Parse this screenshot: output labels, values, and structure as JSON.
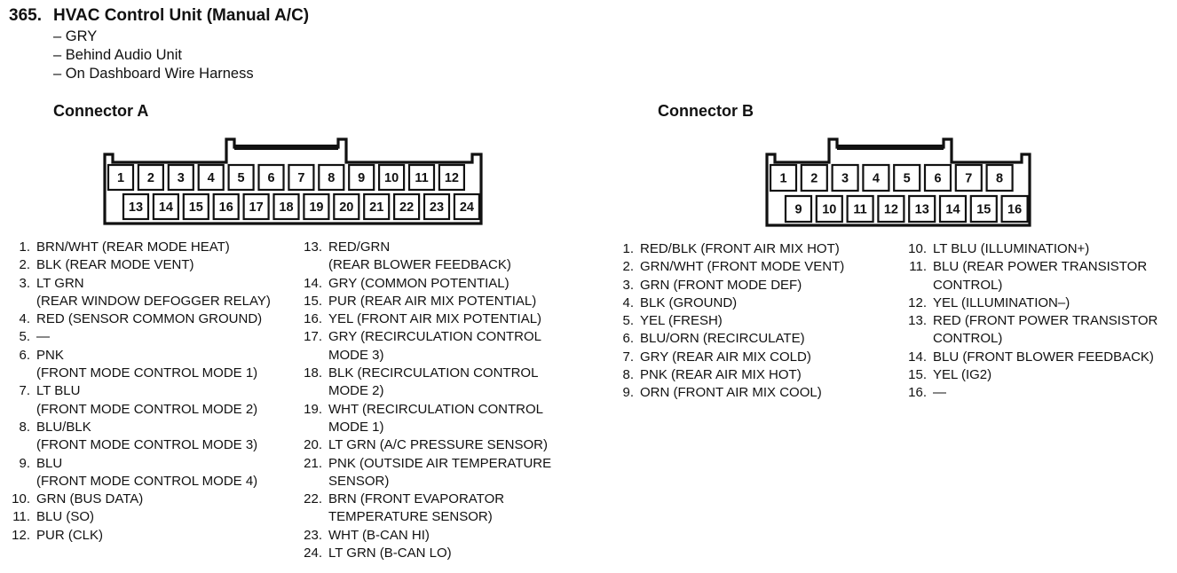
{
  "header": {
    "number": "365.",
    "title": "HVAC Control Unit (Manual A/C)",
    "details": [
      "– GRY",
      "– Behind Audio Unit",
      "– On Dashboard Wire Harness"
    ]
  },
  "connector_a": {
    "title": "Connector A",
    "row_top": [
      "1",
      "2",
      "3",
      "4",
      "5",
      "6",
      "7",
      "8",
      "9",
      "10",
      "11",
      "12"
    ],
    "row_bottom": [
      "13",
      "14",
      "15",
      "16",
      "17",
      "18",
      "19",
      "20",
      "21",
      "22",
      "23",
      "24"
    ],
    "pins_col1": [
      {
        "num": "1.",
        "text": "BRN/WHT (REAR MODE HEAT)"
      },
      {
        "num": "2.",
        "text": "BLK (REAR MODE VENT)"
      },
      {
        "num": "3.",
        "text": "LT GRN\n(REAR WINDOW DEFOGGER RELAY)"
      },
      {
        "num": "4.",
        "text": "RED (SENSOR COMMON GROUND)"
      },
      {
        "num": "5.",
        "text": "—"
      },
      {
        "num": "6.",
        "text": "PNK\n(FRONT MODE CONTROL MODE 1)"
      },
      {
        "num": "7.",
        "text": "LT BLU\n(FRONT MODE CONTROL MODE 2)"
      },
      {
        "num": "8.",
        "text": "BLU/BLK\n(FRONT MODE CONTROL MODE 3)"
      },
      {
        "num": "9.",
        "text": "BLU\n(FRONT MODE CONTROL MODE 4)"
      },
      {
        "num": "10.",
        "text": "GRN (BUS DATA)"
      },
      {
        "num": "11.",
        "text": "BLU (SO)"
      },
      {
        "num": "12.",
        "text": "PUR (CLK)"
      }
    ],
    "pins_col2": [
      {
        "num": "13.",
        "text": "RED/GRN\n(REAR BLOWER FEEDBACK)"
      },
      {
        "num": "14.",
        "text": "GRY (COMMON POTENTIAL)"
      },
      {
        "num": "15.",
        "text": "PUR (REAR AIR MIX POTENTIAL)"
      },
      {
        "num": "16.",
        "text": "YEL (FRONT AIR MIX POTENTIAL)"
      },
      {
        "num": "17.",
        "text": "GRY (RECIRCULATION CONTROL\nMODE 3)"
      },
      {
        "num": "18.",
        "text": "BLK (RECIRCULATION CONTROL\nMODE 2)"
      },
      {
        "num": "19.",
        "text": "WHT (RECIRCULATION CONTROL\nMODE 1)"
      },
      {
        "num": "20.",
        "text": "LT GRN (A/C PRESSURE SENSOR)"
      },
      {
        "num": "21.",
        "text": "PNK (OUTSIDE AIR TEMPERATURE\nSENSOR)"
      },
      {
        "num": "22.",
        "text": "BRN (FRONT EVAPORATOR\nTEMPERATURE SENSOR)"
      },
      {
        "num": "23.",
        "text": "WHT (B-CAN HI)"
      },
      {
        "num": "24.",
        "text": "LT GRN (B-CAN LO)"
      }
    ]
  },
  "connector_b": {
    "title": "Connector B",
    "row_top": [
      "1",
      "2",
      "3",
      "4",
      "5",
      "6",
      "7",
      "8"
    ],
    "row_bottom": [
      "9",
      "10",
      "11",
      "12",
      "13",
      "14",
      "15",
      "16"
    ],
    "pins_col1": [
      {
        "num": "1.",
        "text": "RED/BLK (FRONT AIR MIX HOT)"
      },
      {
        "num": "2.",
        "text": "GRN/WHT (FRONT MODE VENT)"
      },
      {
        "num": "3.",
        "text": "GRN (FRONT MODE DEF)"
      },
      {
        "num": "4.",
        "text": "BLK (GROUND)"
      },
      {
        "num": "5.",
        "text": "YEL (FRESH)"
      },
      {
        "num": "6.",
        "text": "BLU/ORN (RECIRCULATE)"
      },
      {
        "num": "7.",
        "text": "GRY (REAR AIR MIX COLD)"
      },
      {
        "num": "8.",
        "text": "PNK (REAR AIR MIX HOT)"
      },
      {
        "num": "9.",
        "text": "ORN (FRONT AIR MIX COOL)"
      }
    ],
    "pins_col2": [
      {
        "num": "10.",
        "text": "LT BLU (ILLUMINATION+)"
      },
      {
        "num": "11.",
        "text": "BLU (REAR POWER TRANSISTOR\nCONTROL)"
      },
      {
        "num": "12.",
        "text": "YEL (ILLUMINATION–)"
      },
      {
        "num": "13.",
        "text": "RED (FRONT POWER TRANSISTOR\nCONTROL)"
      },
      {
        "num": "14.",
        "text": "BLU (FRONT BLOWER FEEDBACK)"
      },
      {
        "num": "15.",
        "text": "YEL (IG2)"
      },
      {
        "num": "16.",
        "text": "—"
      }
    ]
  }
}
